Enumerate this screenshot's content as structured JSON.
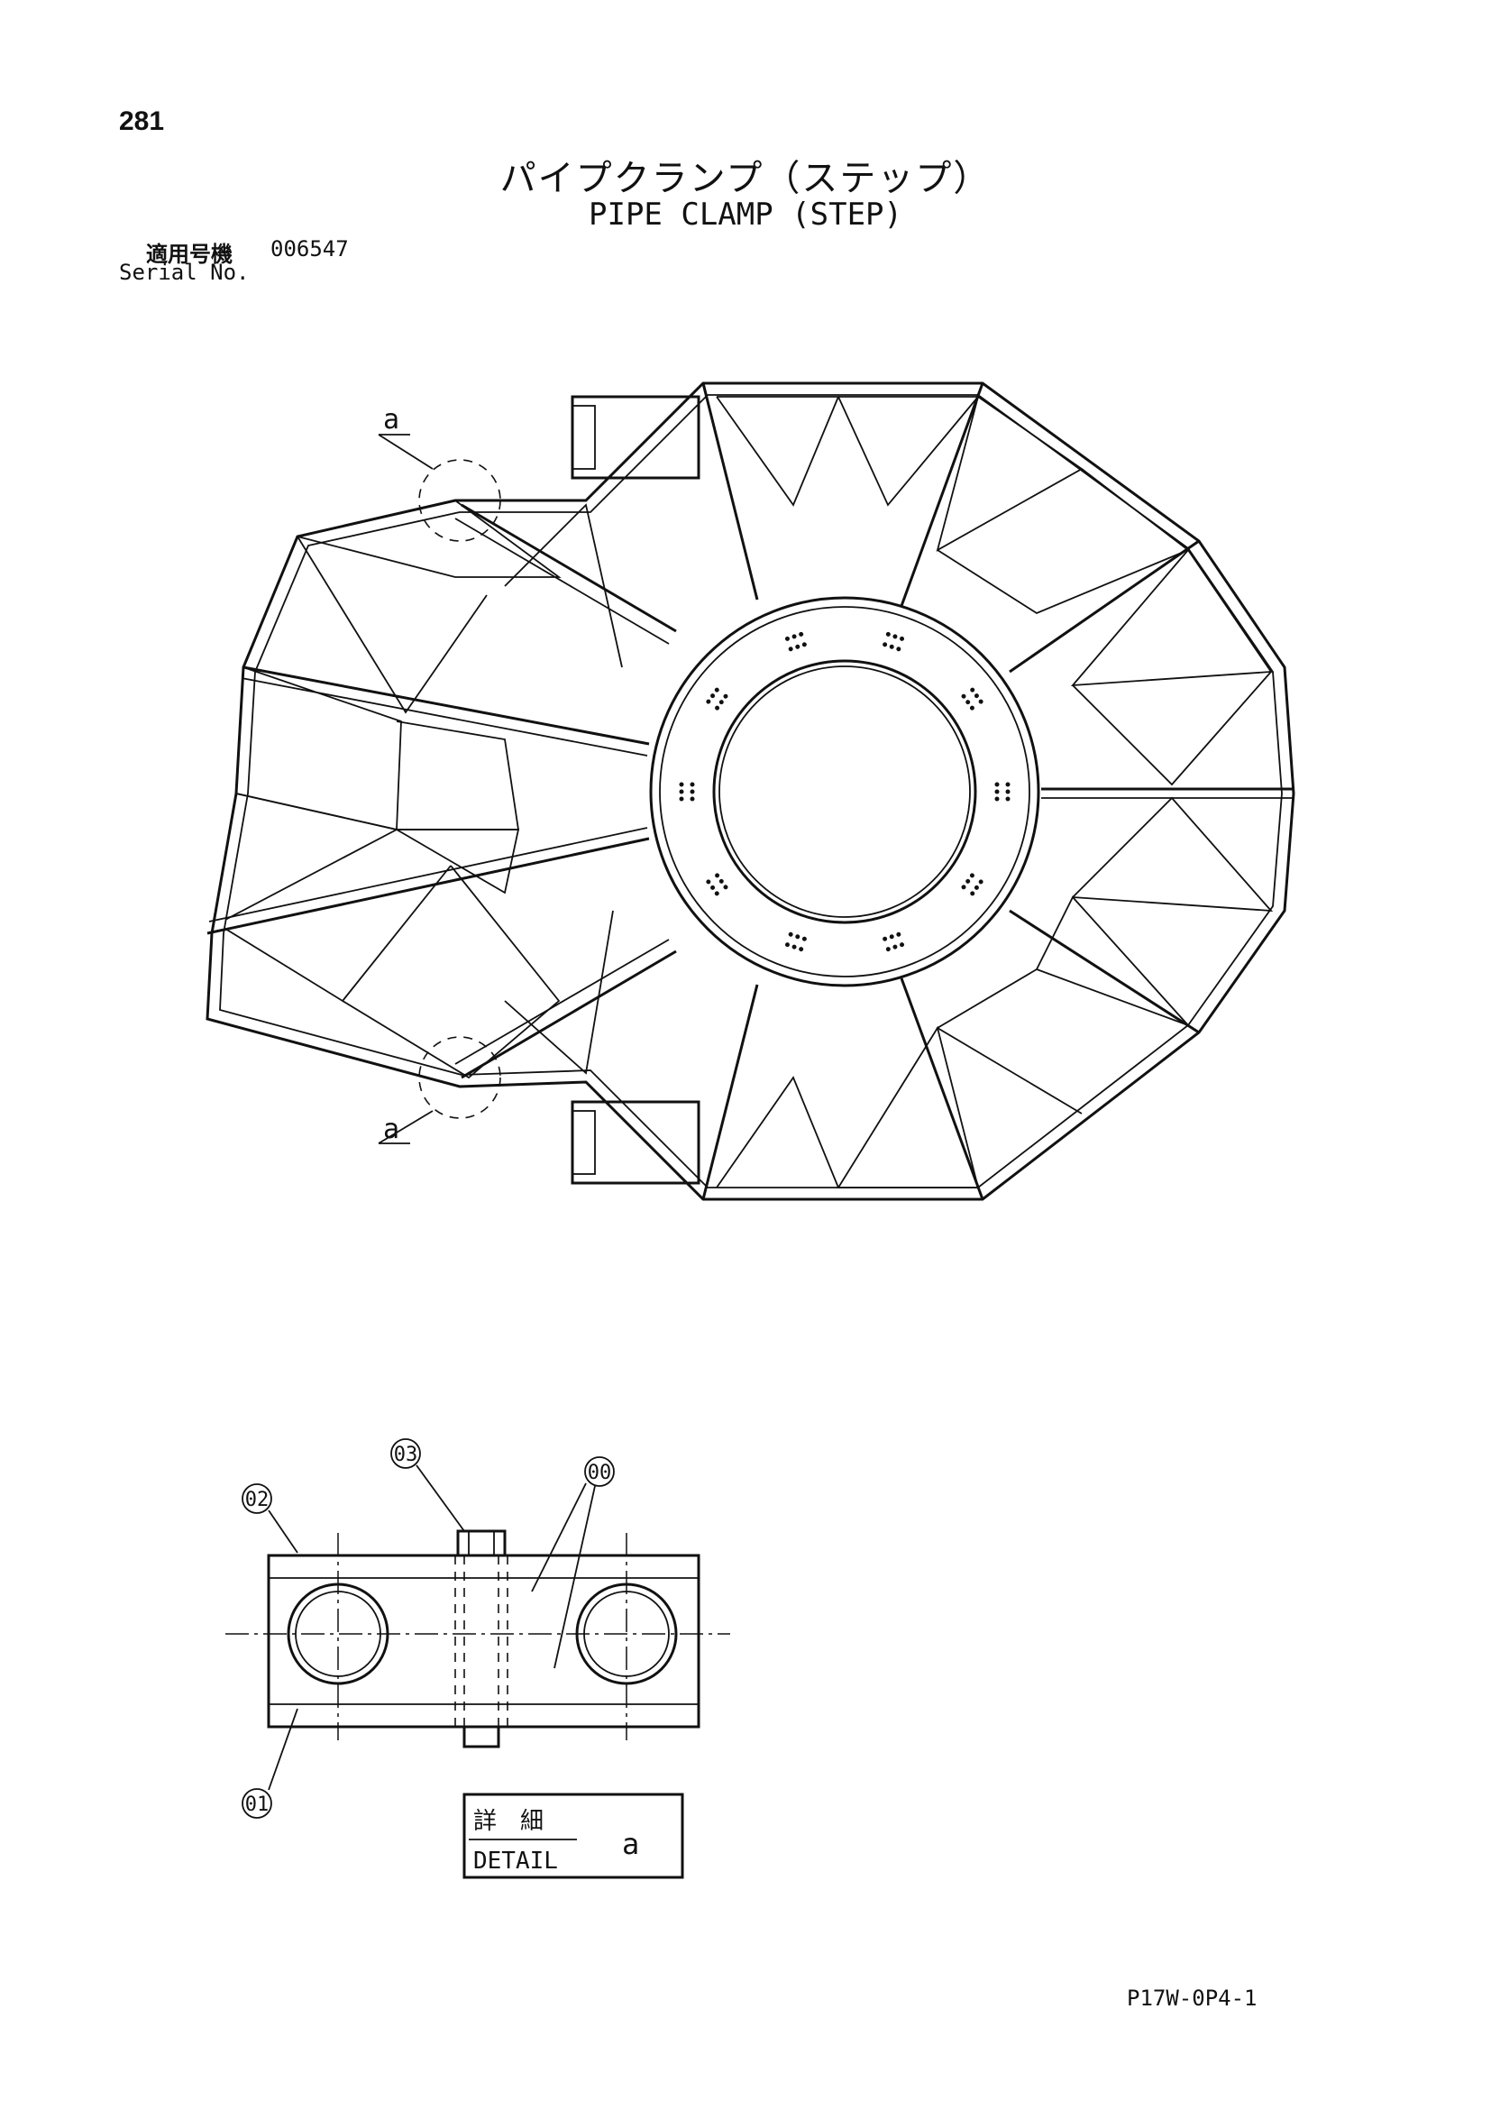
{
  "page_number": "281",
  "title_jp": "パイプクランプ（ステップ）",
  "title_en": "PIPE CLAMP (STEP)",
  "serial_label_jp": "適用号機",
  "serial_value": "006547",
  "serial_label_en": "Serial No.",
  "top_view": {
    "detail_callout_upper": "a",
    "detail_callout_lower": "a"
  },
  "detail": {
    "callouts": [
      "00",
      "01",
      "02",
      "03"
    ],
    "label_box": {
      "jp": "詳　細",
      "en": "DETAIL",
      "letter": "a"
    }
  },
  "doc_code": "P17W-0P4-1"
}
